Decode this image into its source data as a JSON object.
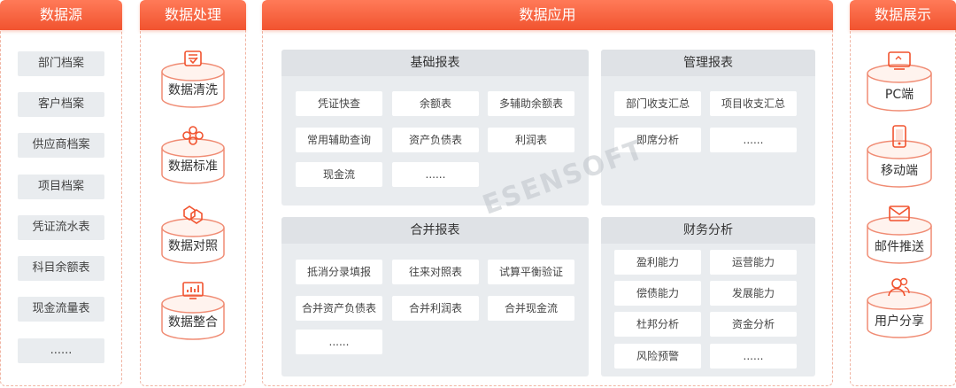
{
  "sources": {
    "title": "数据源",
    "items": [
      "部门档案",
      "客户档案",
      "供应商档案",
      "项目档案",
      "凭证流水表",
      "科目余额表",
      "现金流量表",
      "......"
    ]
  },
  "processing": {
    "title": "数据处理",
    "stages": [
      {
        "label": "数据清洗",
        "icon": "clean-icon"
      },
      {
        "label": "数据标准",
        "icon": "standard-icon"
      },
      {
        "label": "数据对照",
        "icon": "compare-icon"
      },
      {
        "label": "数据整合",
        "icon": "integrate-icon"
      }
    ]
  },
  "application": {
    "title": "数据应用",
    "panels": {
      "basic": {
        "title": "基础报表",
        "items": [
          "凭证快查",
          "余额表",
          "多辅助余额表",
          "常用辅助查询",
          "资产负债表",
          "利润表",
          "现金流",
          "......"
        ]
      },
      "management": {
        "title": "管理报表",
        "items": [
          "部门收支汇总",
          "项目收支汇总",
          "即席分析",
          "......"
        ]
      },
      "consolidated": {
        "title": "合并报表",
        "items": [
          "抵消分录填报",
          "往来对照表",
          "试算平衡验证",
          "合并资产负债表",
          "合并利润表",
          "合并现金流",
          "......"
        ]
      },
      "financial": {
        "title": "财务分析",
        "items": [
          "盈利能力",
          "运营能力",
          "偿债能力",
          "发展能力",
          "杜邦分析",
          "资金分析",
          "风险预警",
          "......"
        ]
      }
    },
    "watermark": "ESENSOFT"
  },
  "display": {
    "title": "数据展示",
    "items": [
      {
        "label": "PC端",
        "icon": "pc-icon"
      },
      {
        "label": "移动端",
        "icon": "mobile-icon"
      },
      {
        "label": "邮件推送",
        "icon": "mail-icon"
      },
      {
        "label": "用户分享",
        "icon": "user-share-icon"
      }
    ]
  },
  "colors": {
    "accent": "#f1532f",
    "accent_light": "#ff7a58",
    "panel": "#e9ecef"
  }
}
